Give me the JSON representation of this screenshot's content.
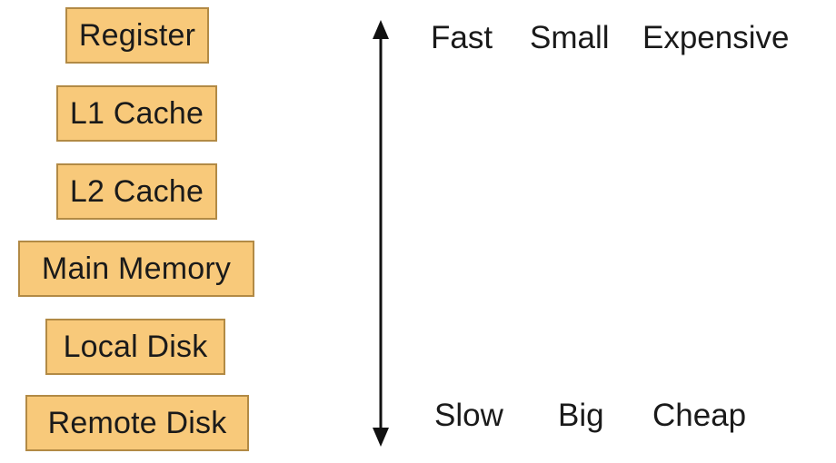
{
  "hierarchy": {
    "tiers": [
      "Register",
      "L1 Cache",
      "L2 Cache",
      "Main Memory",
      "Local Disk",
      "Remote Disk"
    ]
  },
  "properties": {
    "top": {
      "speed": "Fast",
      "size": "Small",
      "cost": "Expensive"
    },
    "bottom": {
      "speed": "Slow",
      "size": "Big",
      "cost": "Cheap"
    }
  },
  "colors": {
    "tier_fill": "#f8c97a",
    "tier_border": "#b28a45",
    "text": "#1a1a1a",
    "arrow": "#111111"
  }
}
